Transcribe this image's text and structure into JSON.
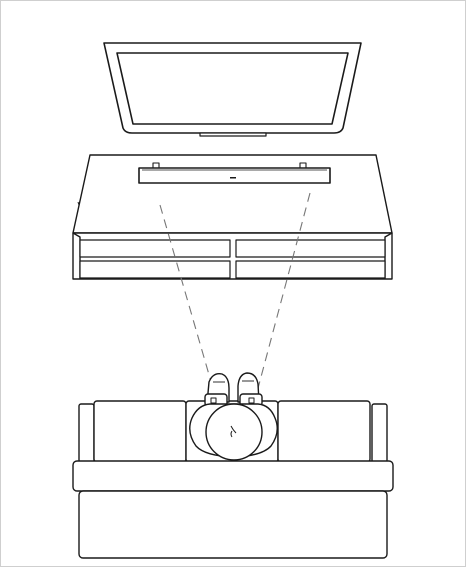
{
  "diagram": {
    "kind": "top-down placement illustration",
    "objects": [
      {
        "name": "tv",
        "icon": "tv-icon"
      },
      {
        "name": "soundbar",
        "icon": "soundbar-icon"
      },
      {
        "name": "media-console",
        "icon": "console-icon"
      },
      {
        "name": "listener",
        "icon": "person-icon"
      },
      {
        "name": "sofa",
        "icon": "sofa-icon"
      }
    ],
    "sightlines": {
      "count": 2,
      "style": "dashed"
    },
    "colors": {
      "stroke": "#1a1a1a",
      "border": "#cfcfcf",
      "fill": "#ffffff",
      "dash": "#777777"
    }
  }
}
